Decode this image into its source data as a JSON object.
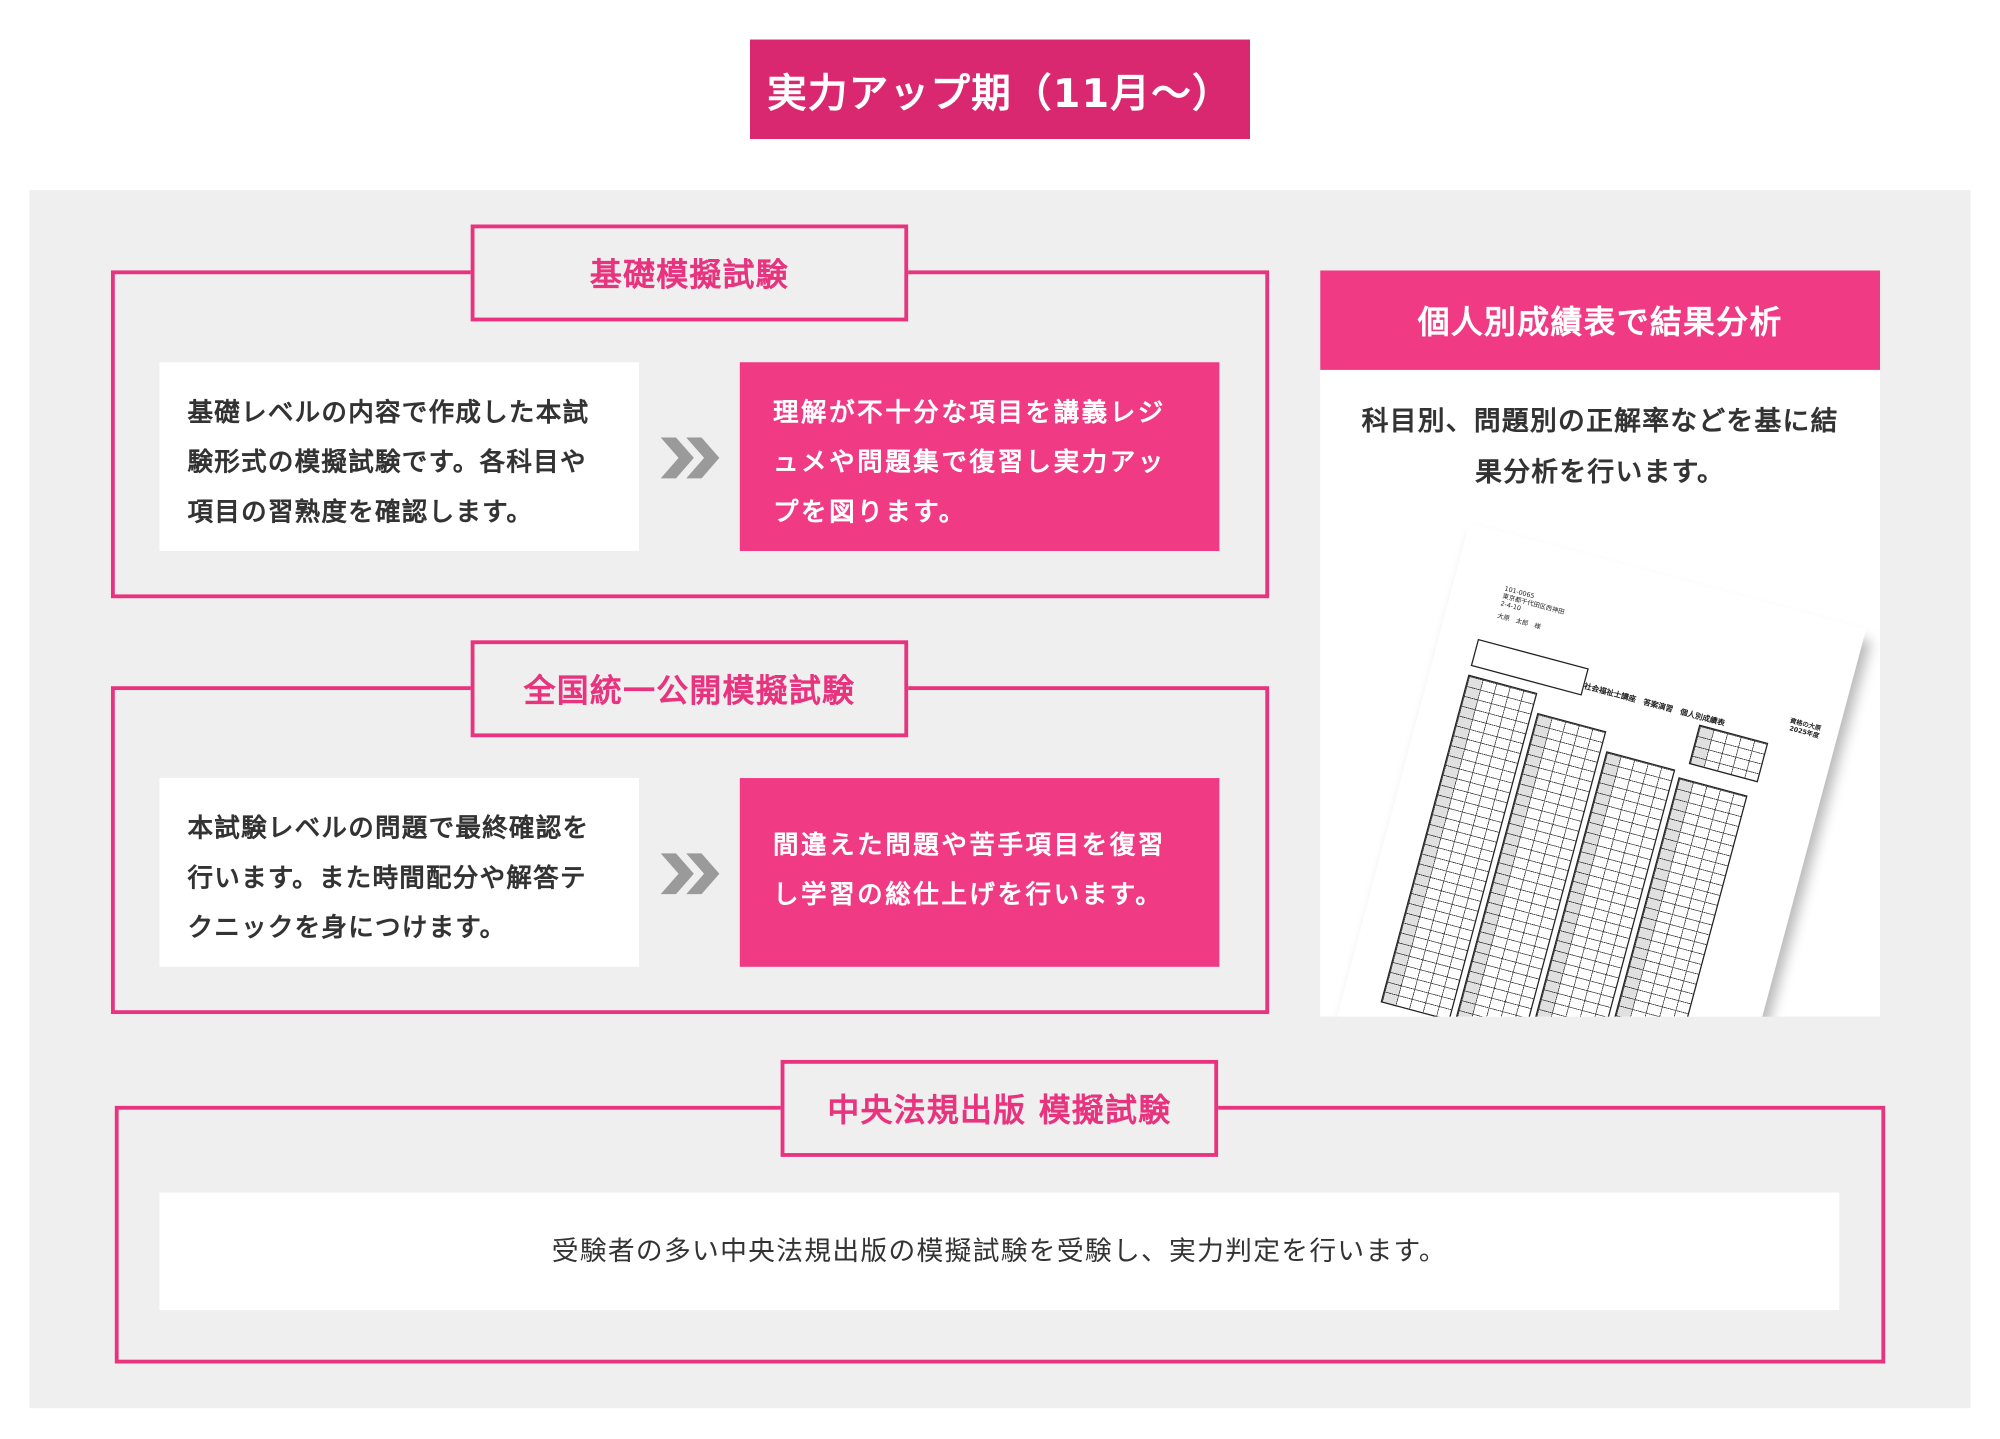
{
  "header": {
    "title": "実力アップ期（11月〜）"
  },
  "sections": [
    {
      "title": "基礎模擬試験",
      "description": "基礎レベルの内容で作成した本試験形式の模擬試験です。各科目や項目の習熟度を確認します。",
      "result": "理解が不十分な項目を講義レジュメや問題集で復習し実力アップを図ります。"
    },
    {
      "title": "全国統一公開模擬試験",
      "description": "本試験レベルの問題で最終確認を行います。また時間配分や解答テクニックを身につけます。",
      "result": "間違えた問題や苦手項目を復習し学習の総仕上げを行います。"
    },
    {
      "title": "中央法規出版 模擬試験",
      "description": "受験者の多い中央法規出版の模擬試験を受験し、実力判定を行います。"
    }
  ],
  "analysis": {
    "title": "個人別成績表で結果分析",
    "text": "科目別、問題別の正解率などを基に結果分析を行います。",
    "sheet": {
      "postal": "101-0065",
      "address": "東京都千代田区西神田",
      "address2": "2-4-10",
      "name": "大原　太郎　様",
      "doc_title": "社会福祉士講座　答案演習　個人別成績表",
      "org": "資格の大原",
      "year": "2025年度"
    }
  },
  "colors": {
    "header": "#d9286f",
    "accent": "#f03a84",
    "border": "#e8337f",
    "panel": "#efefef"
  }
}
